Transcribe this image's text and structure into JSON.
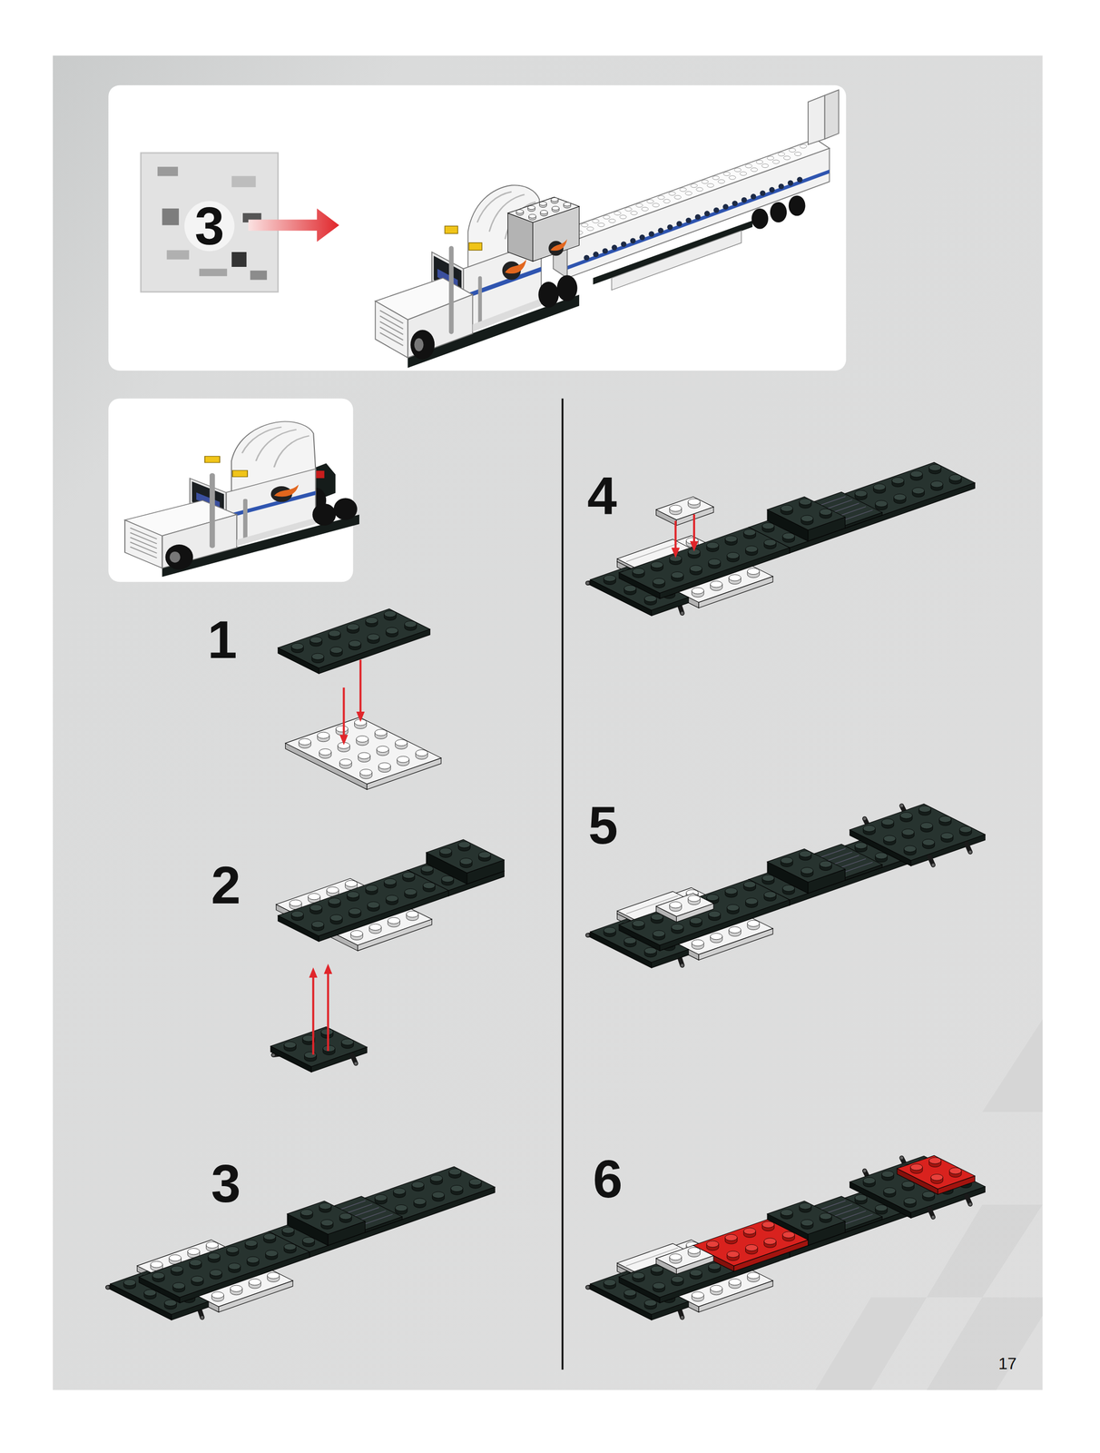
{
  "diagram": {
    "labels": [
      "3",
      "1",
      "2",
      "3",
      "4",
      "5",
      "6",
      "17"
    ]
  }
}
